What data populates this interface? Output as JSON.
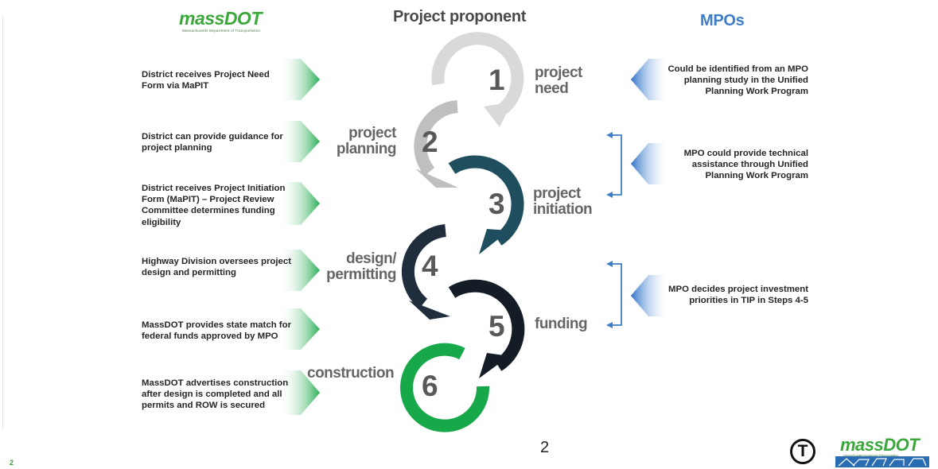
{
  "header": {
    "logo": "massDOT",
    "logo_sub": "Massachusetts Department of Transportation",
    "proponent_title": "Project proponent",
    "mpos_title": "MPOs"
  },
  "steps": [
    {
      "number": "1",
      "label_line1": "project",
      "label_line2": "need",
      "color": "#d9d9d9"
    },
    {
      "number": "2",
      "label_line1": "project",
      "label_line2": "planning",
      "color": "#bfbfbf"
    },
    {
      "number": "3",
      "label_line1": "project",
      "label_line2": "initiation",
      "color": "#1f4e5f"
    },
    {
      "number": "4",
      "label_line1": "design/",
      "label_line2": "permitting",
      "color": "#1f2d3d"
    },
    {
      "number": "5",
      "label_line1": "funding",
      "label_line2": "",
      "color": "#141c26"
    },
    {
      "number": "6",
      "label_line1": "construction",
      "label_line2": "",
      "color": "#17a84a"
    }
  ],
  "district_notes": [
    {
      "lines": [
        "District receives Project Need",
        "Form via MaPIT"
      ]
    },
    {
      "lines": [
        "District can provide guidance for",
        "project planning"
      ]
    },
    {
      "lines": [
        "District receives Project Initiation",
        "Form (MaPIT) – Project Review",
        "Committee determines funding",
        "eligibility"
      ]
    },
    {
      "lines": [
        "Highway Division oversees project",
        "design and permitting"
      ]
    },
    {
      "lines": [
        "MassDOT provides state match for",
        "federal funds approved by MPO"
      ]
    },
    {
      "lines": [
        "MassDOT advertises construction",
        "after design is completed and all",
        "permits and ROW is secured"
      ]
    }
  ],
  "mpo_notes": [
    {
      "lines": [
        "Could be identified from an MPO",
        "planning study in the Unified",
        "Planning Work Program"
      ]
    },
    {
      "lines": [
        "MPO could provide technical",
        "assistance through Unified",
        "Planning Work Program"
      ]
    },
    {
      "lines": [
        "MPO decides project investment",
        "priorities in TIP in Steps 4-5"
      ]
    }
  ],
  "footer": {
    "page_number": "2",
    "corner_number": "2",
    "t_logo": "T",
    "logo": "massDOT",
    "logo_sub": "Massachusetts Department of Transportation"
  },
  "colors": {
    "green_arrow": "#2fb05a",
    "blue_arrow": "#2f74c7",
    "bracket": "#3d7ec8"
  }
}
